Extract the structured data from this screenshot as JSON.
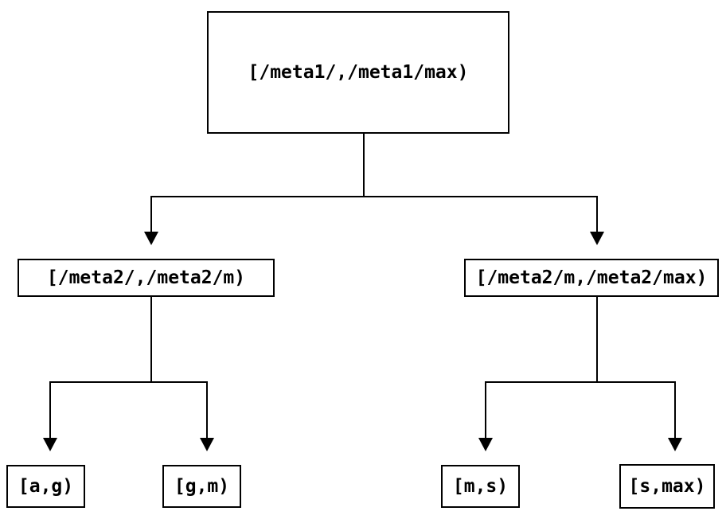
{
  "diagram": {
    "type": "tree",
    "title": "interval-partition-tree",
    "colors": {
      "background": "#ffffff",
      "line": "#000000",
      "box_border": "#000000",
      "text": "#000000"
    },
    "nodes": {
      "root": {
        "id": "root",
        "label": "[/meta1/,/meta1/max)"
      },
      "left": {
        "id": "left",
        "label": "[/meta2/,/meta2/m)"
      },
      "right": {
        "id": "right",
        "label": "[/meta2/m,/meta2/max)"
      },
      "left_left": {
        "id": "left_left",
        "label": "[a,g)"
      },
      "left_right": {
        "id": "left_right",
        "label": "[g,m)"
      },
      "right_left": {
        "id": "right_left",
        "label": "[m,s)"
      },
      "right_right": {
        "id": "right_right",
        "label": "[s,max)"
      }
    },
    "edges": [
      {
        "from": "root",
        "to": "left"
      },
      {
        "from": "root",
        "to": "right"
      },
      {
        "from": "left",
        "to": "left_left"
      },
      {
        "from": "left",
        "to": "left_right"
      },
      {
        "from": "right",
        "to": "right_left"
      },
      {
        "from": "right",
        "to": "right_right"
      }
    ]
  }
}
